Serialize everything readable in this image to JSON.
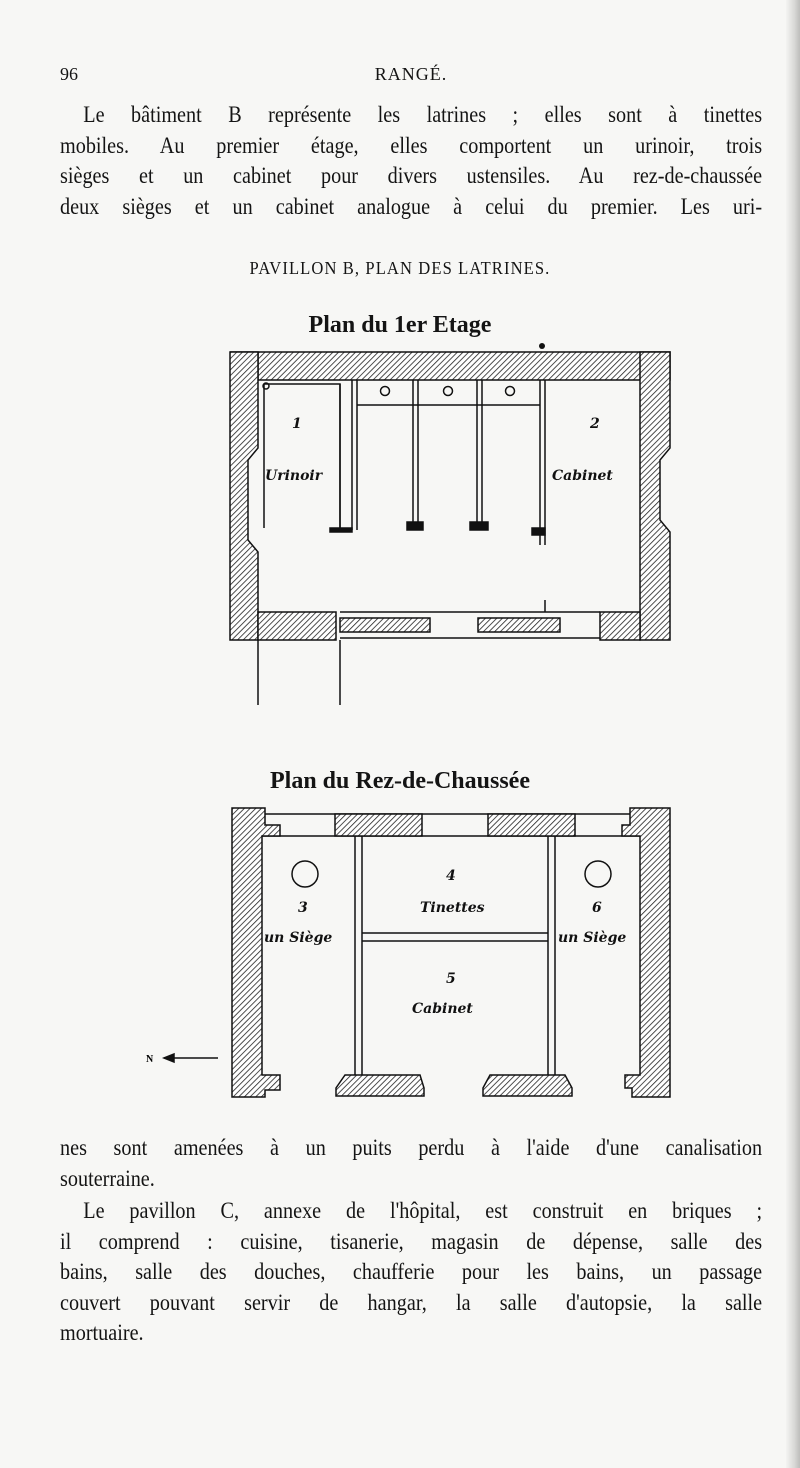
{
  "header": {
    "page_number": "96",
    "running_title": "RANGÉ."
  },
  "paragraph_1": {
    "lines": [
      "Le bâtiment B représente les latrines ; elles sont à tinettes",
      "mobiles. Au premier étage, elles comportent un urinoir, trois",
      "sièges et un cabinet pour divers ustensiles. Au rez-de-chaussée",
      "deux sièges et un cabinet analogue à celui du premier. Les uri-"
    ]
  },
  "figure": {
    "caption": "PAVILLON B, PLAN DES LATRINES.",
    "first_floor": {
      "title": "Plan du 1er Etage",
      "rooms": [
        {
          "number": "1",
          "name": "Urinoir"
        },
        {
          "number": "2",
          "name": "Cabinet"
        }
      ]
    },
    "ground_floor": {
      "title": "Plan du Rez-de-Chaussée",
      "rooms": [
        {
          "number": "3",
          "name": "un Siège"
        },
        {
          "number": "4",
          "name": "Tinettes"
        },
        {
          "number": "5",
          "name": "Cabinet"
        },
        {
          "number": "6",
          "name": "un Siège"
        }
      ],
      "north_arrow": "N"
    }
  },
  "paragraph_2": {
    "lines": [
      "nes sont amenées à un puits perdu à l'aide d'une canalisation",
      "souterraine."
    ]
  },
  "paragraph_3": {
    "lines": [
      "Le pavillon C, annexe de l'hôpital, est construit en briques ;",
      "il comprend : cuisine, tisanerie, magasin de dépense, salle des",
      "bains, salle des douches, chaufferie pour les bains, un passage",
      "couvert pouvant servir de hangar, la salle d'autopsie, la salle",
      "mortuaire."
    ]
  }
}
